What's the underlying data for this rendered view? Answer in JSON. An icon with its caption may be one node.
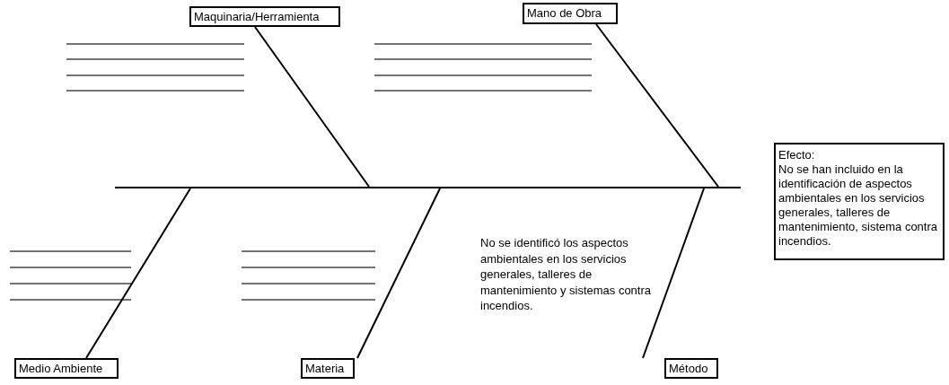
{
  "diagram": {
    "nodes": [
      {
        "text": [
          "Maquinaria/Herramienta"
        ]
      },
      {
        "text": [
          "Mano de Obra"
        ]
      },
      {
        "text": [
          "Efecto:",
          "No se han incluido en la identificación de aspectos ambientales en los servicios generales, talleres de mantenimiento, sistema contra incendios."
        ]
      },
      {
        "text": [],
        "shape": "bar"
      },
      {
        "text": [
          "Medio Ambiente"
        ]
      },
      {
        "text": [
          "Materia"
        ]
      },
      {
        "text": [
          "Método"
        ]
      }
    ],
    "edges": [
      {
        "from": 0,
        "to": 3,
        "arrow": "none"
      },
      {
        "from": 1,
        "to": 3,
        "arrow": "none"
      },
      {
        "from": 4,
        "to": 3,
        "arrow": "none"
      },
      {
        "from": 5,
        "to": 3,
        "arrow": "none"
      },
      {
        "from": 6,
        "to": 3,
        "arrow": "none"
      }
    ],
    "labels": [
      "No se identificó los aspectos ambientales en los servicios generales, talleres de mantenimiento y sistemas contra incendios."
    ]
  }
}
